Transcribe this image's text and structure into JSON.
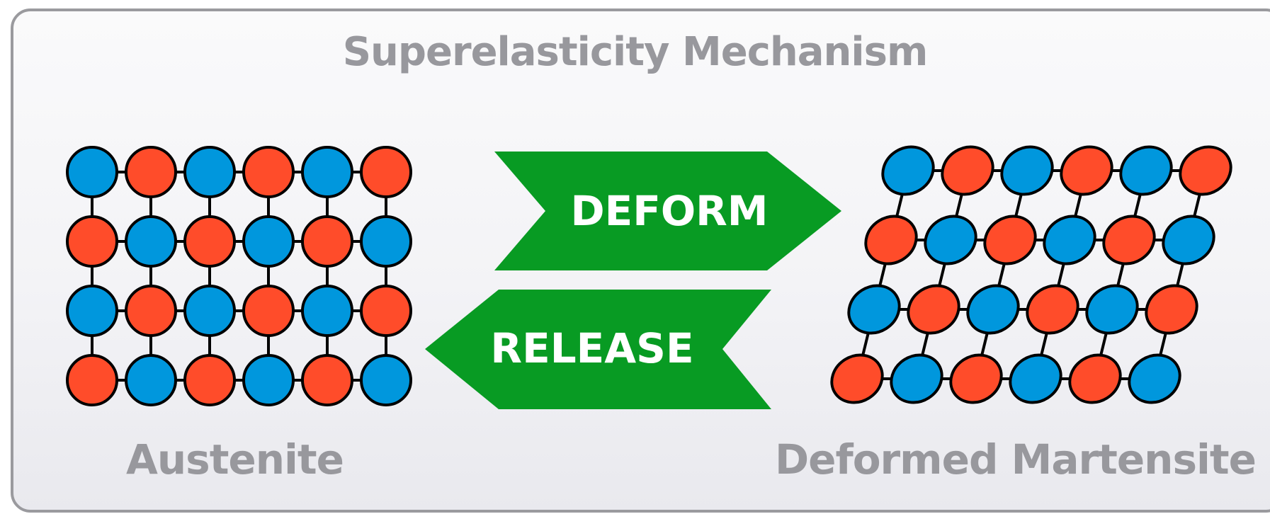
{
  "title": "Superelasticity Mechanism",
  "left_label": "Austenite",
  "right_label": "Deformed Martensite",
  "arrows": {
    "deform": "DEFORM",
    "release": "RELEASE",
    "color": "#089B23"
  },
  "atom_colors": {
    "blue": "#0097DD",
    "red": "#FF4C2A"
  },
  "austenite_grid": [
    [
      "blue",
      "red",
      "blue",
      "red",
      "blue",
      "red"
    ],
    [
      "red",
      "blue",
      "red",
      "blue",
      "red",
      "blue"
    ],
    [
      "blue",
      "red",
      "blue",
      "red",
      "blue",
      "red"
    ],
    [
      "red",
      "blue",
      "red",
      "blue",
      "red",
      "blue"
    ]
  ],
  "martensite_grid": [
    [
      "blue",
      "red",
      "blue",
      "red",
      "blue",
      "red"
    ],
    [
      "red",
      "blue",
      "red",
      "blue",
      "red",
      "blue"
    ],
    [
      "blue",
      "red",
      "blue",
      "red",
      "blue",
      "red"
    ],
    [
      "red",
      "blue",
      "red",
      "blue",
      "red",
      "blue"
    ]
  ]
}
